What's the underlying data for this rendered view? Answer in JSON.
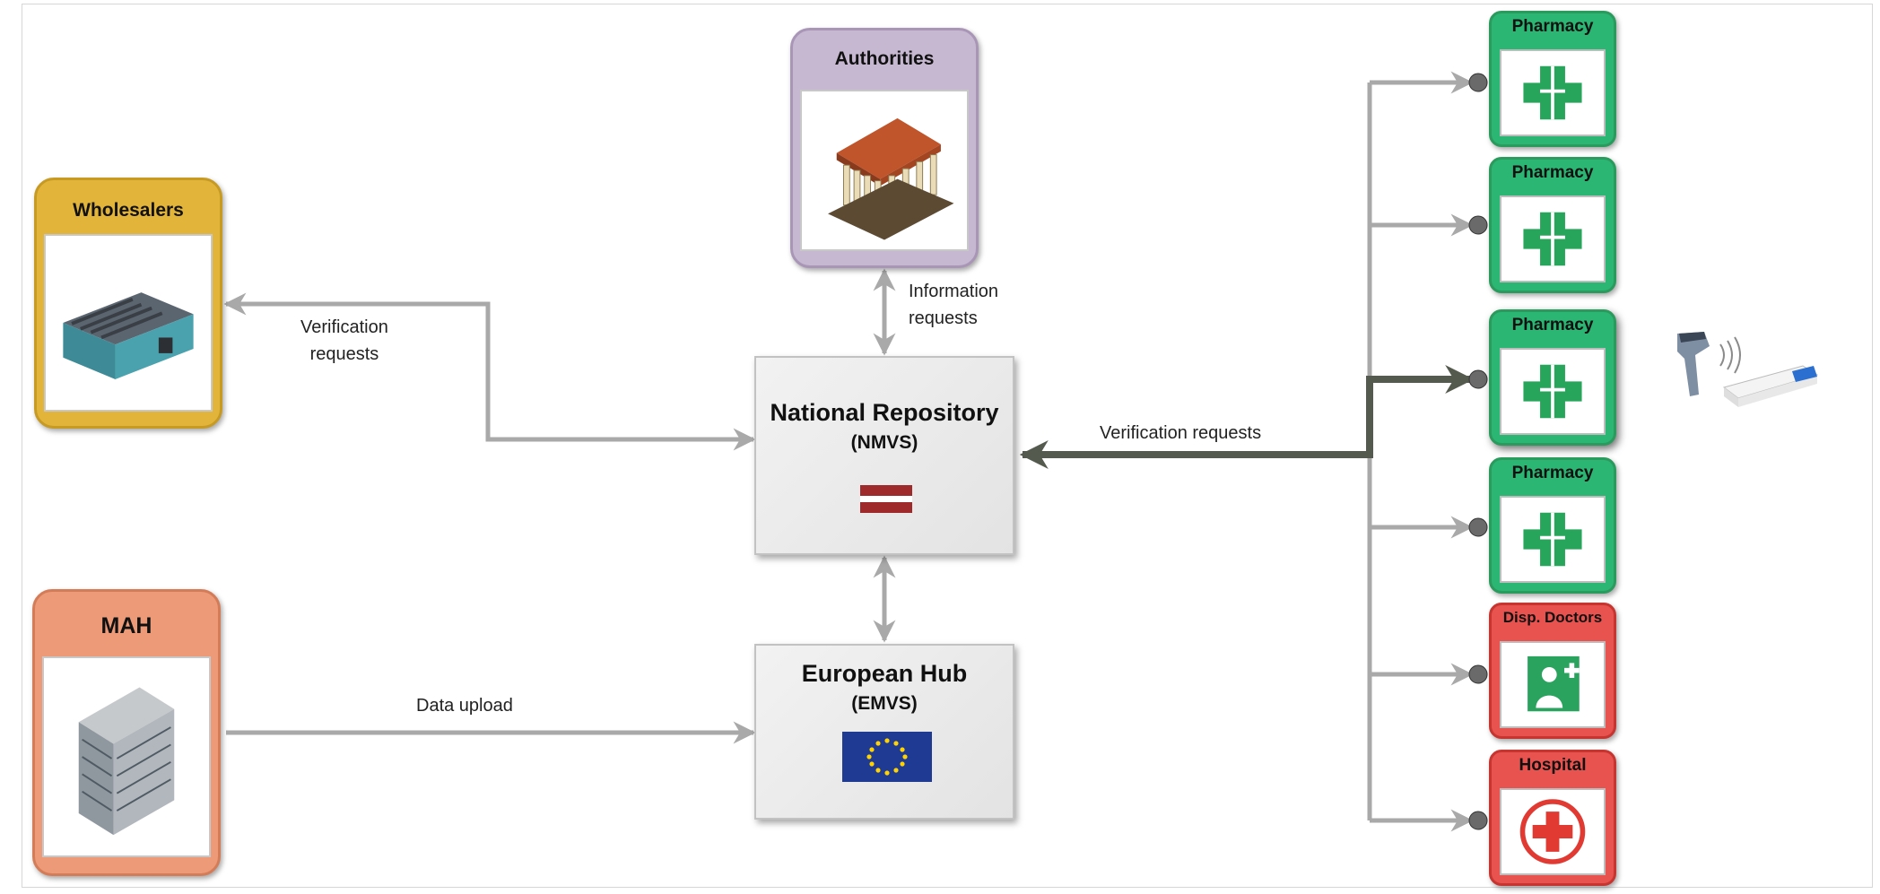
{
  "nodes": {
    "wholesalers": "Wholesalers",
    "authorities": "Authorities",
    "mah": "MAH",
    "national_repo_title": "National Repository",
    "national_repo_sub": "(NMVS)",
    "european_hub_title": "European Hub",
    "european_hub_sub": "(EMVS)"
  },
  "labels": {
    "verification_left_1": "Verification",
    "verification_left_2": "requests",
    "information_1": "Information",
    "information_2": "requests",
    "verification_right": "Verification requests",
    "data_upload": "Data upload"
  },
  "endpoints": [
    {
      "label": "Pharmacy",
      "kind": "pharmacy-cross"
    },
    {
      "label": "Pharmacy",
      "kind": "pharmacy-cross"
    },
    {
      "label": "Pharmacy",
      "kind": "pharmacy-cross"
    },
    {
      "label": "Pharmacy",
      "kind": "pharmacy-cross"
    },
    {
      "label": "Disp. Doctors",
      "kind": "doctor"
    },
    {
      "label": "Hospital",
      "kind": "red-cross"
    }
  ],
  "colors": {
    "wholesalers": "#e2b43a",
    "authorities": "#c7b8d2",
    "mah": "#ec9a77",
    "pharmacy": "#2bb673",
    "doctors_hospital": "#e9534f",
    "arrow": "#a9a9a9",
    "arrow_dark": "#555a4f"
  }
}
